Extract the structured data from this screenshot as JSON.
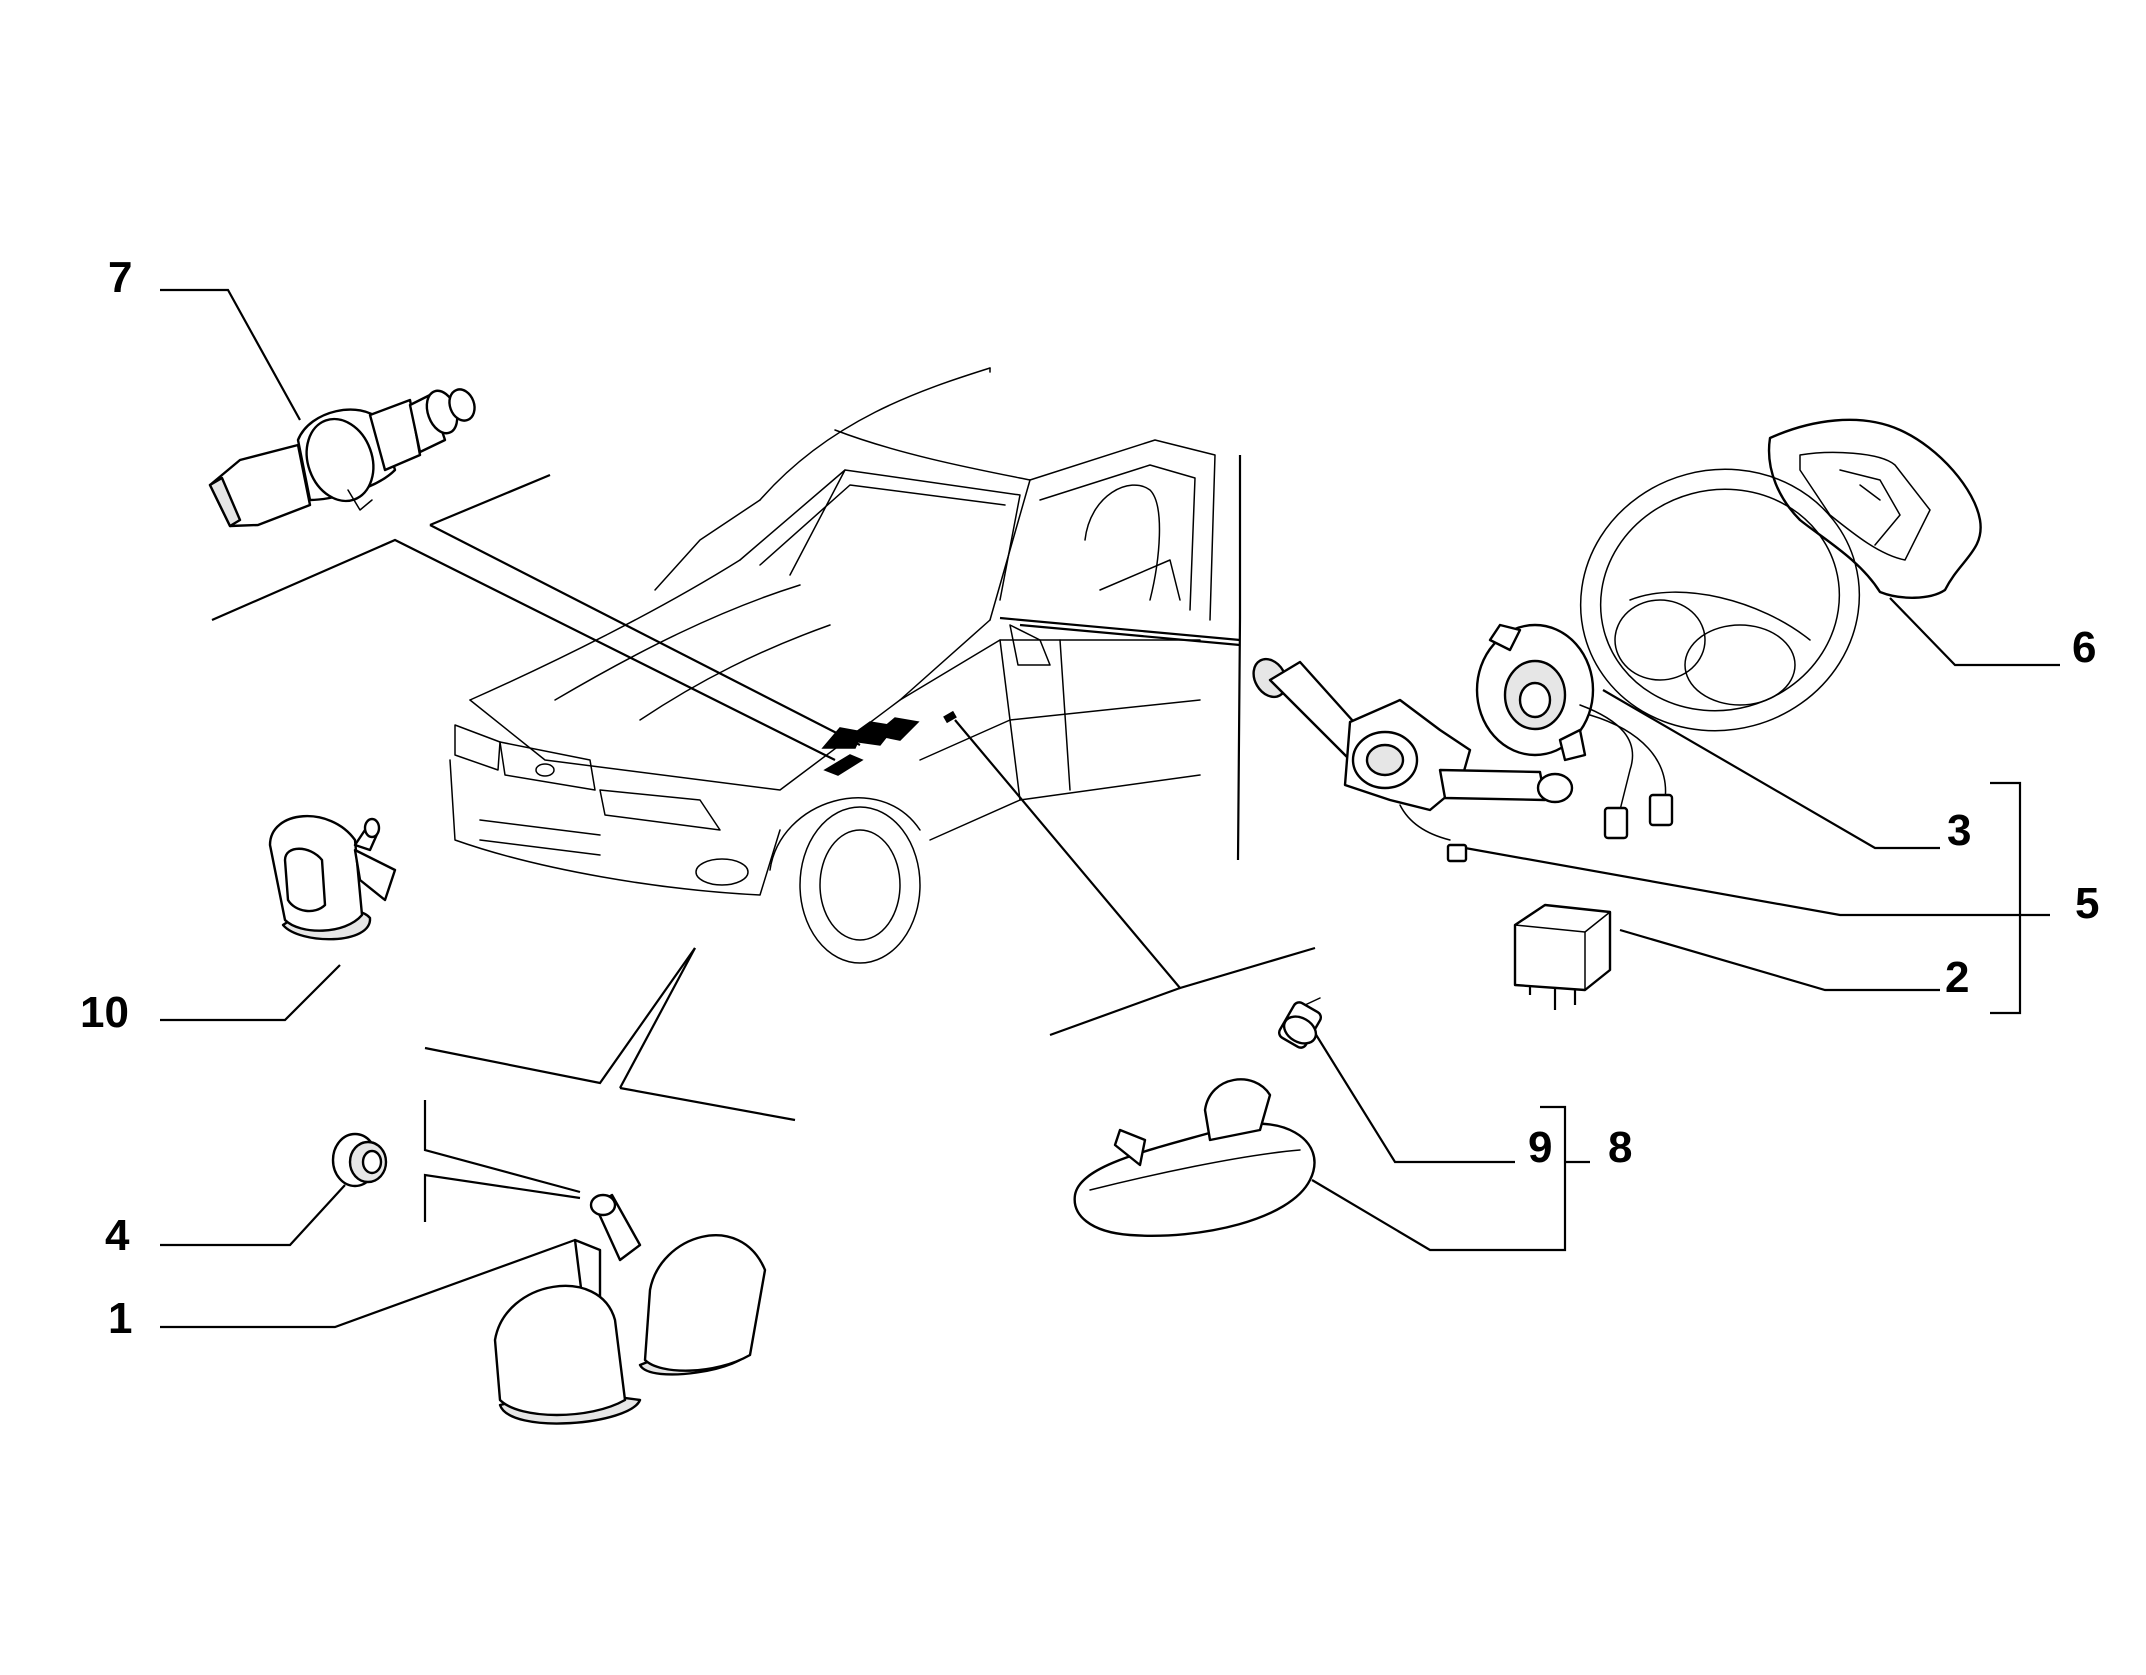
{
  "callouts": {
    "c1": "1",
    "c2": "2",
    "c3": "3",
    "c4": "4",
    "c5": "5",
    "c6": "6",
    "c7": "7",
    "c8": "8",
    "c9": "9",
    "c10": "10"
  },
  "parts": [
    "car-overview",
    "twin-horn",
    "relay",
    "clock-spring",
    "horn-grommet",
    "steering-column-switch",
    "airbag-cover",
    "brake-light-switch",
    "side-repeater-lamp",
    "bulb",
    "single-horn"
  ]
}
